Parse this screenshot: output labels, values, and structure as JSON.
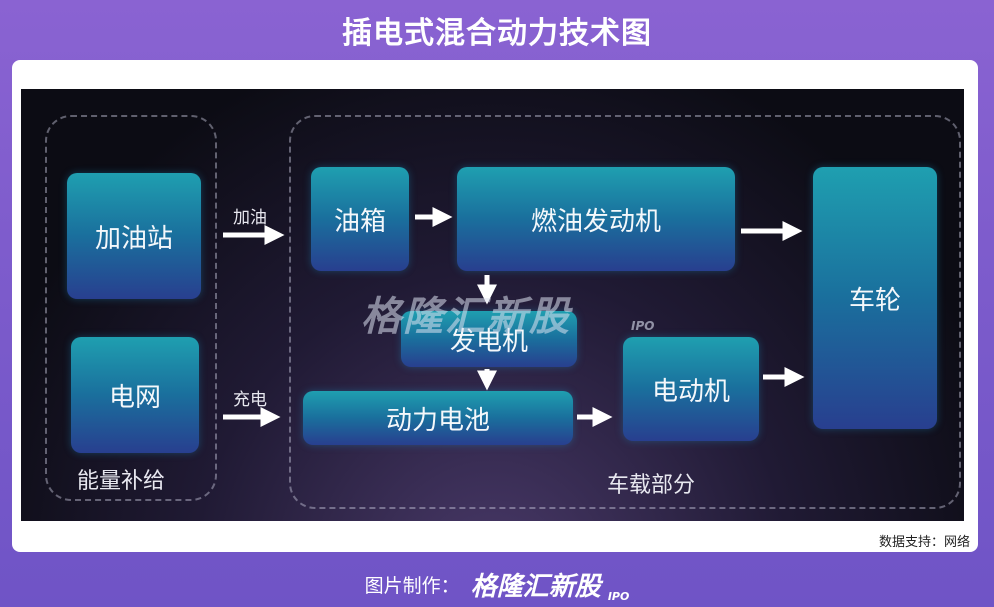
{
  "header": {
    "title": "插电式混合动力技术图"
  },
  "diagram": {
    "groups": {
      "supply": "能量补给",
      "vehicle": "车载部分"
    },
    "nodes": {
      "gas_station": "加油站",
      "power_grid": "电网",
      "fuel_tank": "油箱",
      "engine": "燃油发动机",
      "generator": "发电机",
      "battery": "动力电池",
      "motor": "电动机",
      "wheels": "车轮"
    },
    "edge_labels": {
      "refuel": "加油",
      "charge": "充电"
    },
    "accent_colors": {
      "box_top": "#1f9fb0",
      "box_bottom": "#283f8f"
    }
  },
  "watermark": {
    "brand": "格隆汇新股",
    "suffix": "IPO"
  },
  "source": {
    "text": "数据支持：网络"
  },
  "footer": {
    "prefix": "图片制作：",
    "brand": "格隆汇新股",
    "suffix": "IPO"
  }
}
